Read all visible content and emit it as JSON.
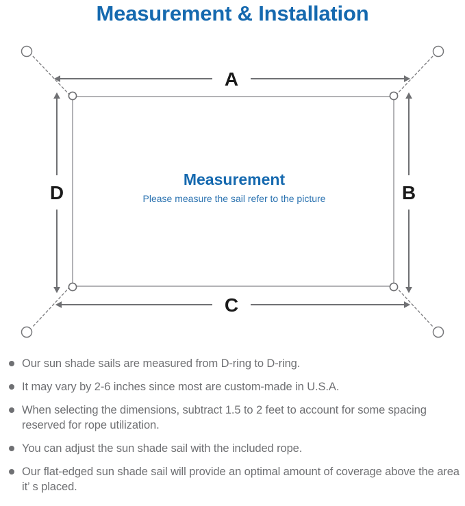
{
  "page": {
    "title": "Measurement & Installation",
    "title_color": "#1569AF",
    "background": "#ffffff"
  },
  "diagram": {
    "name": "sun-shade-sail-measurement-diagram",
    "inner_heading": "Measurement",
    "inner_subtext": "Please measure the sail refer to the picture",
    "inner_heading_color": "#1569AF",
    "inner_subtext_color": "#2A72B0",
    "stroke_color": "#9a9a9d",
    "arrow_color": "#6f7073",
    "label_color": "#1a1a1a",
    "sail_shape": "rectangle",
    "dimension_labels": [
      {
        "id": "A",
        "label": "A",
        "position": "top",
        "arrow": "double-headed-horizontal"
      },
      {
        "id": "B",
        "label": "B",
        "position": "right",
        "arrow": "double-headed-vertical"
      },
      {
        "id": "C",
        "label": "C",
        "position": "bottom",
        "arrow": "double-headed-horizontal"
      },
      {
        "id": "D",
        "label": "D",
        "position": "left",
        "arrow": "double-headed-vertical"
      }
    ],
    "corners": [
      {
        "id": "top-left",
        "d_ring": true,
        "rope": "dotted",
        "anchor": true
      },
      {
        "id": "top-right",
        "d_ring": true,
        "rope": "dotted",
        "anchor": true
      },
      {
        "id": "bottom-left",
        "d_ring": true,
        "rope": "dotted",
        "anchor": true
      },
      {
        "id": "bottom-right",
        "d_ring": true,
        "rope": "dotted",
        "anchor": true
      }
    ]
  },
  "notes": {
    "bullet_color": "#6f7073",
    "text_color": "#6f7073",
    "items": [
      "Our sun shade sails are measured from D-ring to D-ring.",
      "It may vary by 2-6 inches since most are custom-made in U.S.A.",
      "When selecting the dimensions, subtract 1.5 to 2 feet to account for some spacing reserved for rope utilization.",
      "You can adjust the sun shade sail with the included rope.",
      "Our flat-edged sun shade sail will provide an optimal amount of coverage above the area it’ s placed."
    ]
  }
}
